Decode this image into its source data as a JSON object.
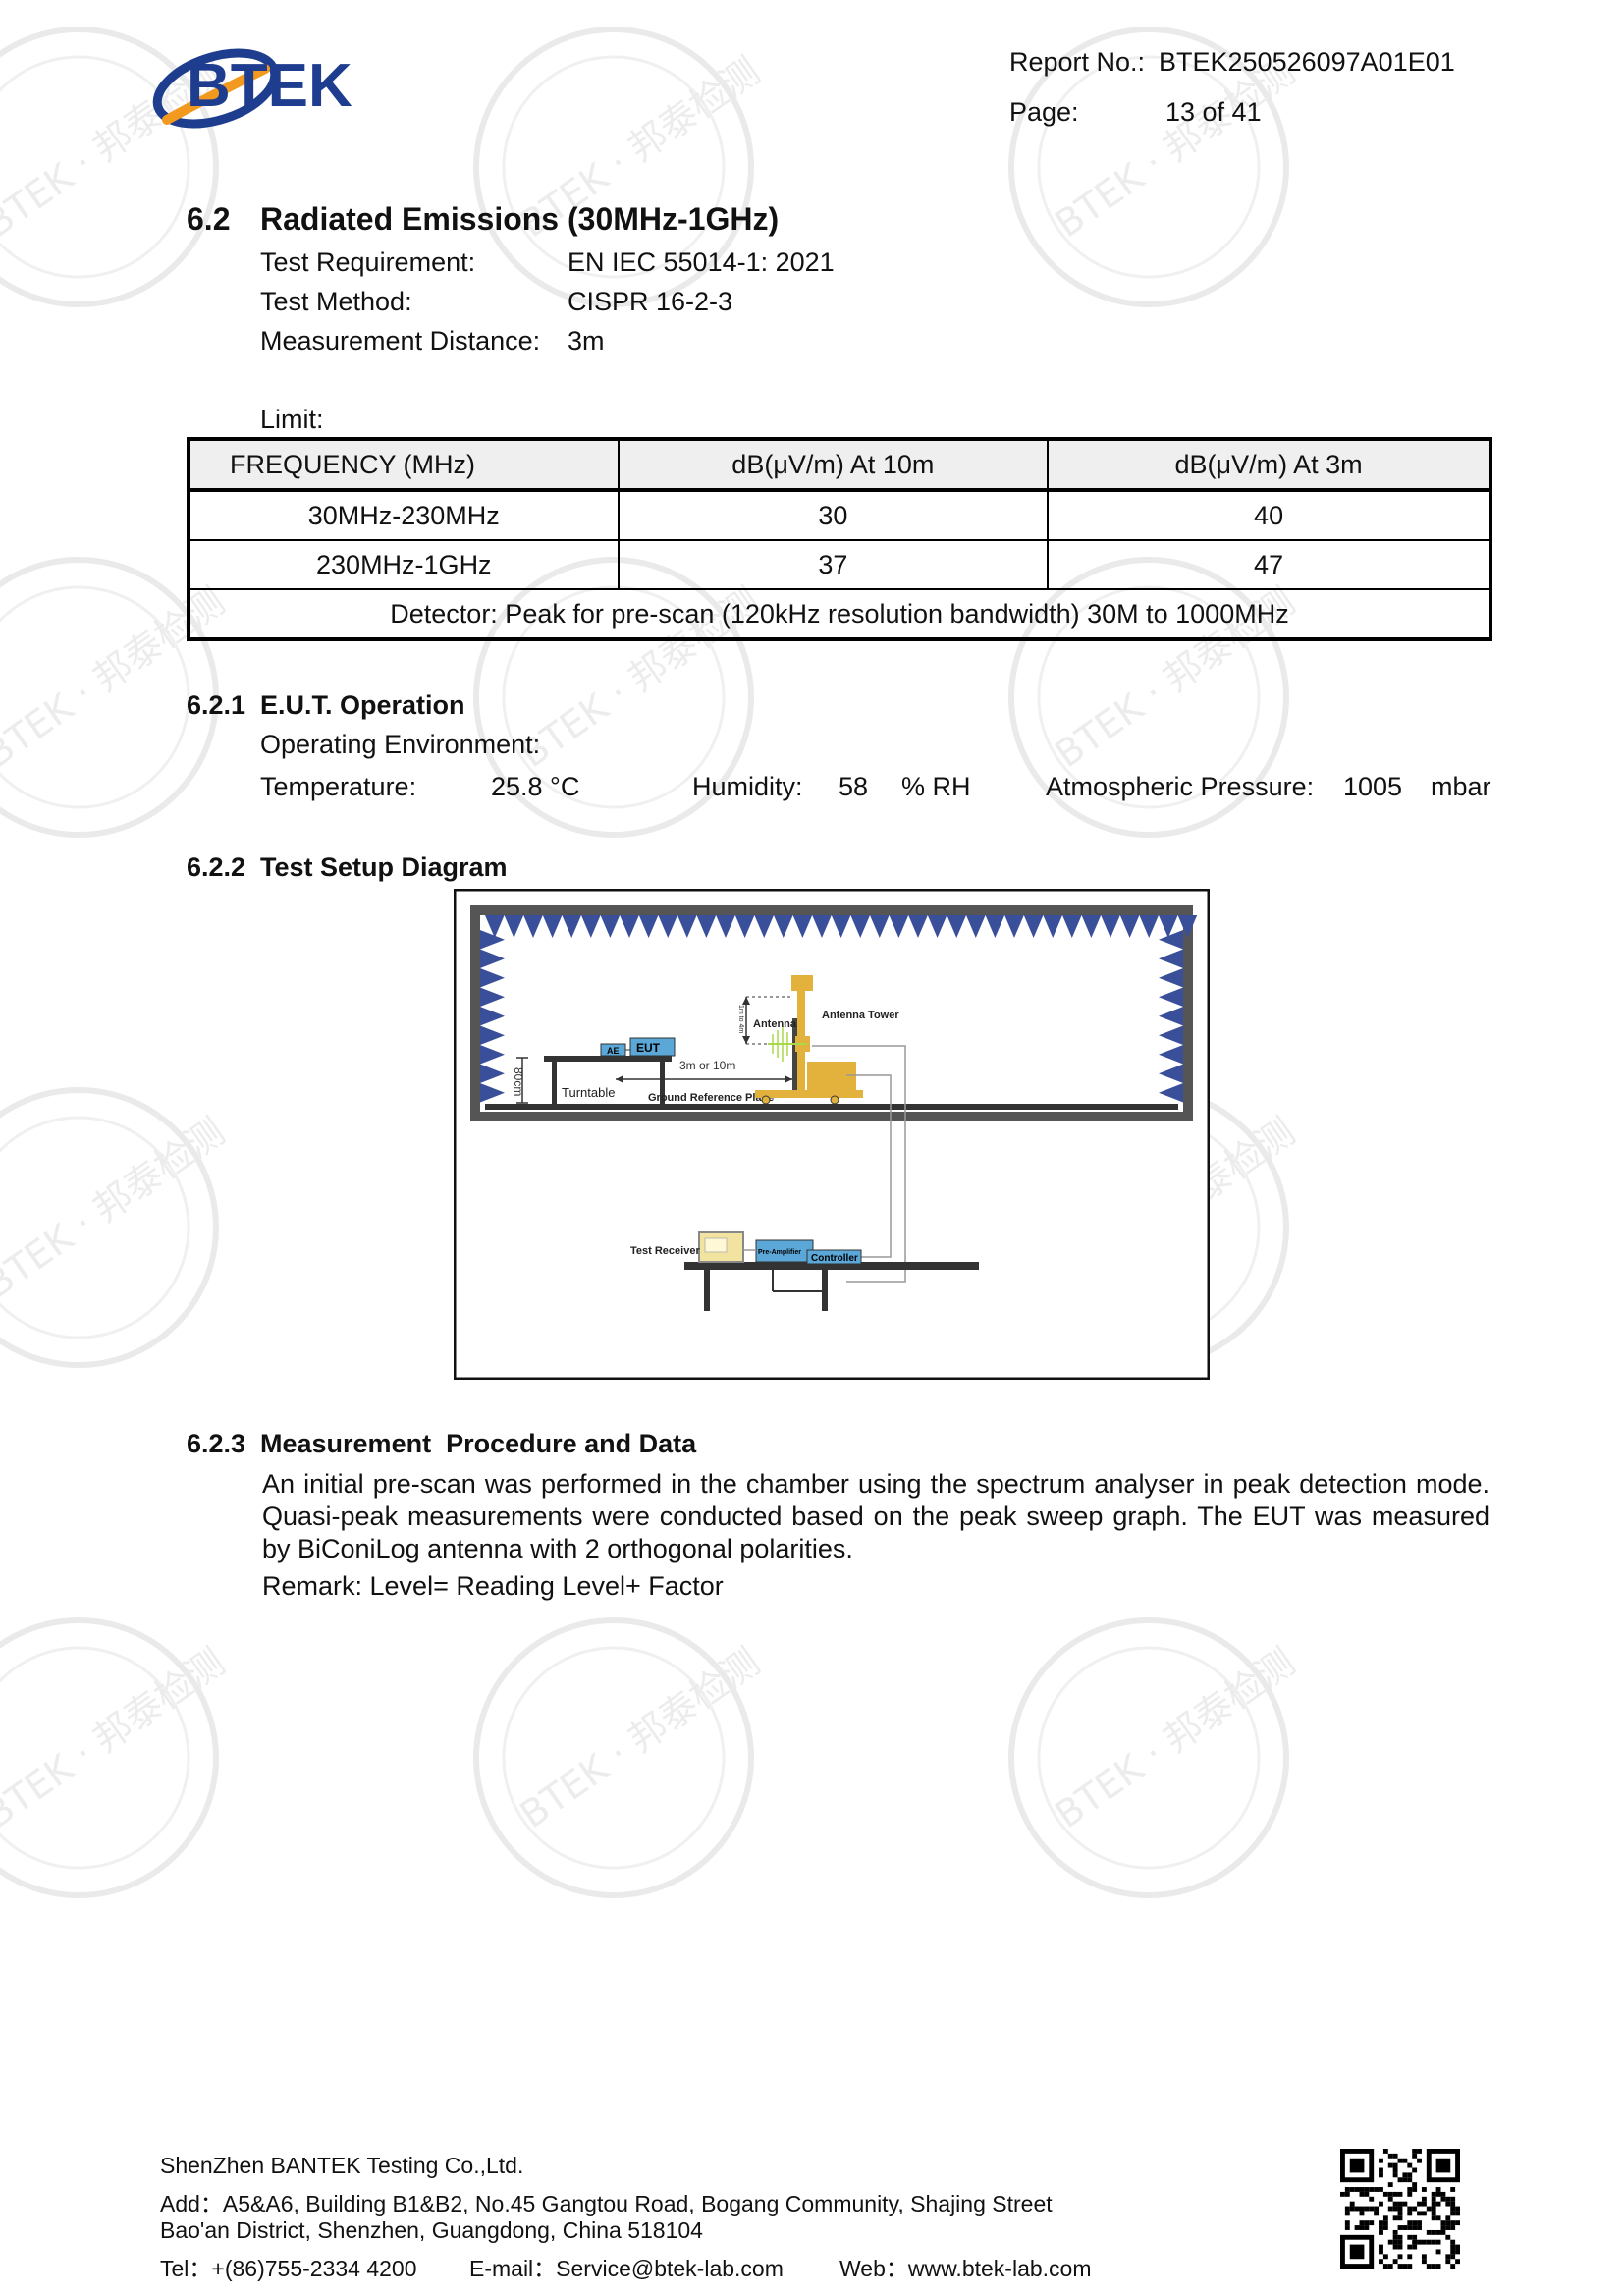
{
  "header": {
    "logo_text": "BTEK",
    "report_no_label": "Report No.:",
    "report_no": "BTEK250526097A01E01",
    "page_label": "Page:",
    "page_value": "13 of 41"
  },
  "watermark": {
    "text": "BTEK · 邦泰检测"
  },
  "section": {
    "number": "6.2",
    "title": "Radiated Emissions (30MHz-1GHz)",
    "fields": [
      {
        "label": "Test Requirement:",
        "value": "EN IEC 55014-1: 2021"
      },
      {
        "label": "Test Method:",
        "value": "CISPR 16-2-3"
      },
      {
        "label": "Measurement Distance:",
        "value": "3m"
      }
    ],
    "limit_label": "Limit:"
  },
  "limit_table": {
    "headers": [
      "FREQUENCY (MHz)",
      "dB(μV/m) At 10m",
      "dB(μV/m) At 3m"
    ],
    "rows": [
      [
        "30MHz-230MHz",
        "30",
        "40"
      ],
      [
        "230MHz-1GHz",
        "37",
        "47"
      ]
    ],
    "footer": "Detector: Peak for pre-scan (120kHz resolution bandwidth) 30M to 1000MHz"
  },
  "eut": {
    "number": "6.2.1",
    "title": "E.U.T. Operation",
    "env_label": "Operating Environment:",
    "temp_label": "Temperature:",
    "temp_value": "25.8 °C",
    "humidity_label": "Humidity:",
    "humidity_value": "58",
    "humidity_unit": "% RH",
    "pressure_label": "Atmospheric Pressure:",
    "pressure_value": "1005",
    "pressure_unit": "mbar"
  },
  "setup": {
    "number": "6.2.2",
    "title": "Test Setup Diagram",
    "labels": {
      "ae": "AE",
      "eut": "EUT",
      "height": "80cm",
      "turntable": "Turntable",
      "distance": "3m or 10m",
      "ground_plane": "Ground Reference Plane",
      "antenna": "Antenna",
      "antenna_height": "1m to 4m",
      "antenna_tower": "Antenna Tower",
      "test_receiver": "Test Receiver",
      "pre_amplifier": "Pre-Amplifier",
      "controller": "Controller"
    },
    "colors": {
      "absorber": "#3a4f9a",
      "tower": "#e2b23c",
      "device_blue": "#5aa7d8",
      "receiver": "#f2e3a0"
    }
  },
  "procedure": {
    "number": "6.2.3",
    "title": "Measurement  Procedure and Data",
    "paragraph": "An initial pre-scan was performed in the chamber using the spectrum analyser in peak detection mode. Quasi-peak measurements were conducted based on the peak sweep graph. The EUT was measured by BiConiLog antenna with 2 orthogonal polarities.",
    "remark": "Remark: Level= Reading Level+ Factor"
  },
  "footer": {
    "company": "ShenZhen BANTEK Testing Co.,Ltd.",
    "address1": "Add：A5&A6, Building B1&B2, No.45 Gangtou Road, Bogang Community, Shajing Street",
    "address2": "Bao'an District, Shenzhen, Guangdong, China 518104",
    "tel": "Tel：+(86)755-2334 4200",
    "email": "E-mail：Service@btek-lab.com",
    "web": "Web：www.btek-lab.com"
  }
}
